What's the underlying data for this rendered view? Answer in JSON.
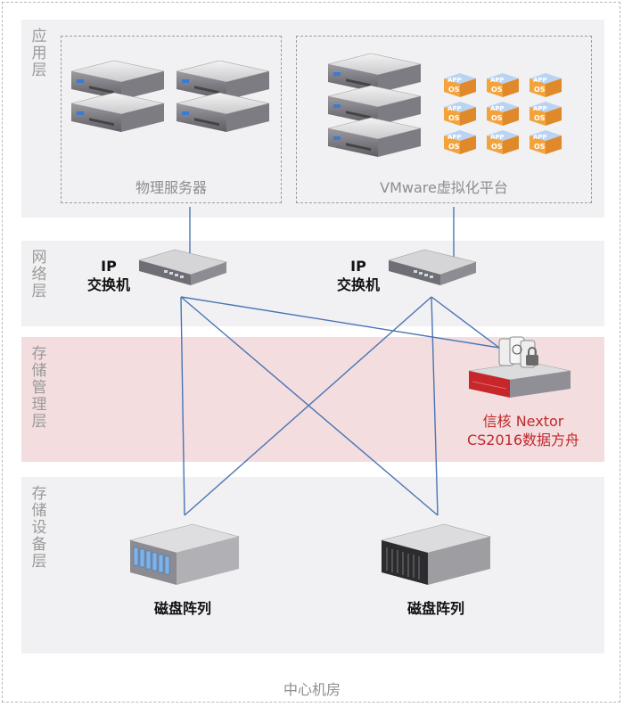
{
  "layers": {
    "application": "应用层",
    "network": "网络层",
    "storage_mgmt": "存储管理层",
    "storage_device": "存储设备层"
  },
  "groups": {
    "physical": "物理服务器",
    "vmware": "VMware虚拟化平台"
  },
  "vm_badge": {
    "app": "APP",
    "os": "OS"
  },
  "switches": [
    {
      "line1": "IP",
      "line2": "交换机"
    },
    {
      "line1": "IP",
      "line2": "交换机"
    }
  ],
  "appliance": {
    "line1": "信核 Nextor",
    "line2": "CS2016数据方舟"
  },
  "arrays": [
    {
      "label": "磁盘阵列"
    },
    {
      "label": "磁盘阵列"
    }
  ],
  "footer": "中心机房",
  "colors": {
    "link": "#4a74b4",
    "accent_red": "#c0282b",
    "layer_bg": "#f1f1f3",
    "storage_layer_bg": "#f3dddf"
  }
}
